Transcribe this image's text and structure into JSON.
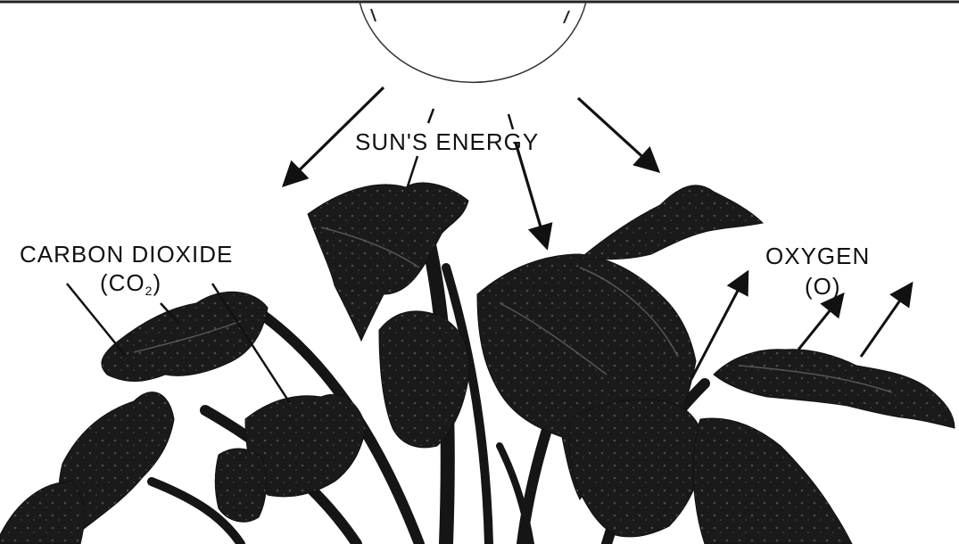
{
  "labels": {
    "sun_energy": "SUN'S ENERGY",
    "carbon_dioxide": "CARBON DIOXIDE",
    "co2_open": "(CO",
    "co2_sub": "2",
    "co2_close": ")",
    "oxygen": "OXYGEN",
    "oxygen_formula": "(O)"
  },
  "colors": {
    "ink": "#111111",
    "leaf": "#1a1a1a",
    "leaf_highlight": "#5a5a5a",
    "background": "#ffffff"
  }
}
